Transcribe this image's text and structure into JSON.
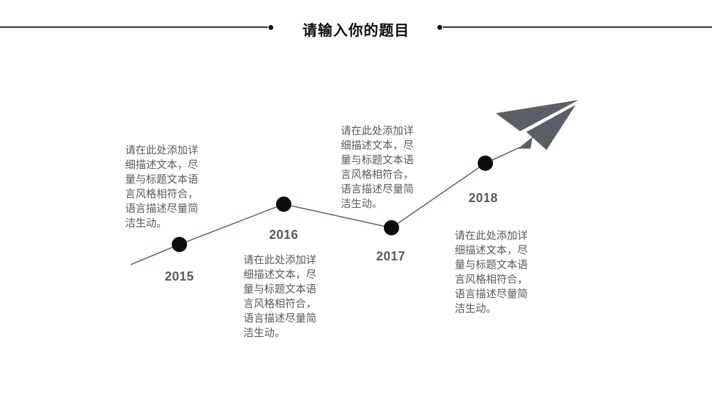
{
  "title": "请输入你的题目",
  "timeline": {
    "items": [
      {
        "year": "2015",
        "description": "请在此处添加详\n细描述文本，尽\n量与标题文本语\n言风格相符合，\n语言描述尽量简\n洁生动。"
      },
      {
        "year": "2016",
        "description": "请在此处添加详\n细描述文本，尽\n量与标题文本语\n言风格相符合，\n语言描述尽量简\n洁生动。"
      },
      {
        "year": "2017",
        "description": "请在此处添加详\n细描述文本，尽\n量与标题文本语\n言风格相符合，\n语言描述尽量简\n洁生动。"
      },
      {
        "year": "2018",
        "description": "请在此处添加详\n细描述文本，尽\n量与标题文本语\n言风格相符合，\n语言描述尽量简\n洁生动。"
      }
    ]
  },
  "icons": {
    "paper_plane": "paper-plane-icon"
  },
  "colors": {
    "title_text": "#0d0d0d",
    "header_rule": "#2e2e2e",
    "timeline_line": "#7a5c50",
    "timeline_dot": "#0d0d0d",
    "year_label": "#595959",
    "body_text": "#595959",
    "paper_plane": "#5b5f67"
  },
  "chart_data": {
    "type": "line",
    "categories": [
      "2015",
      "2016",
      "2017",
      "2018"
    ],
    "values": [
      1,
      2,
      1.5,
      3
    ],
    "title": "请输入你的题目",
    "xlabel": "",
    "ylabel": "",
    "note": "decorative ascending timeline, no numeric axis shown"
  }
}
